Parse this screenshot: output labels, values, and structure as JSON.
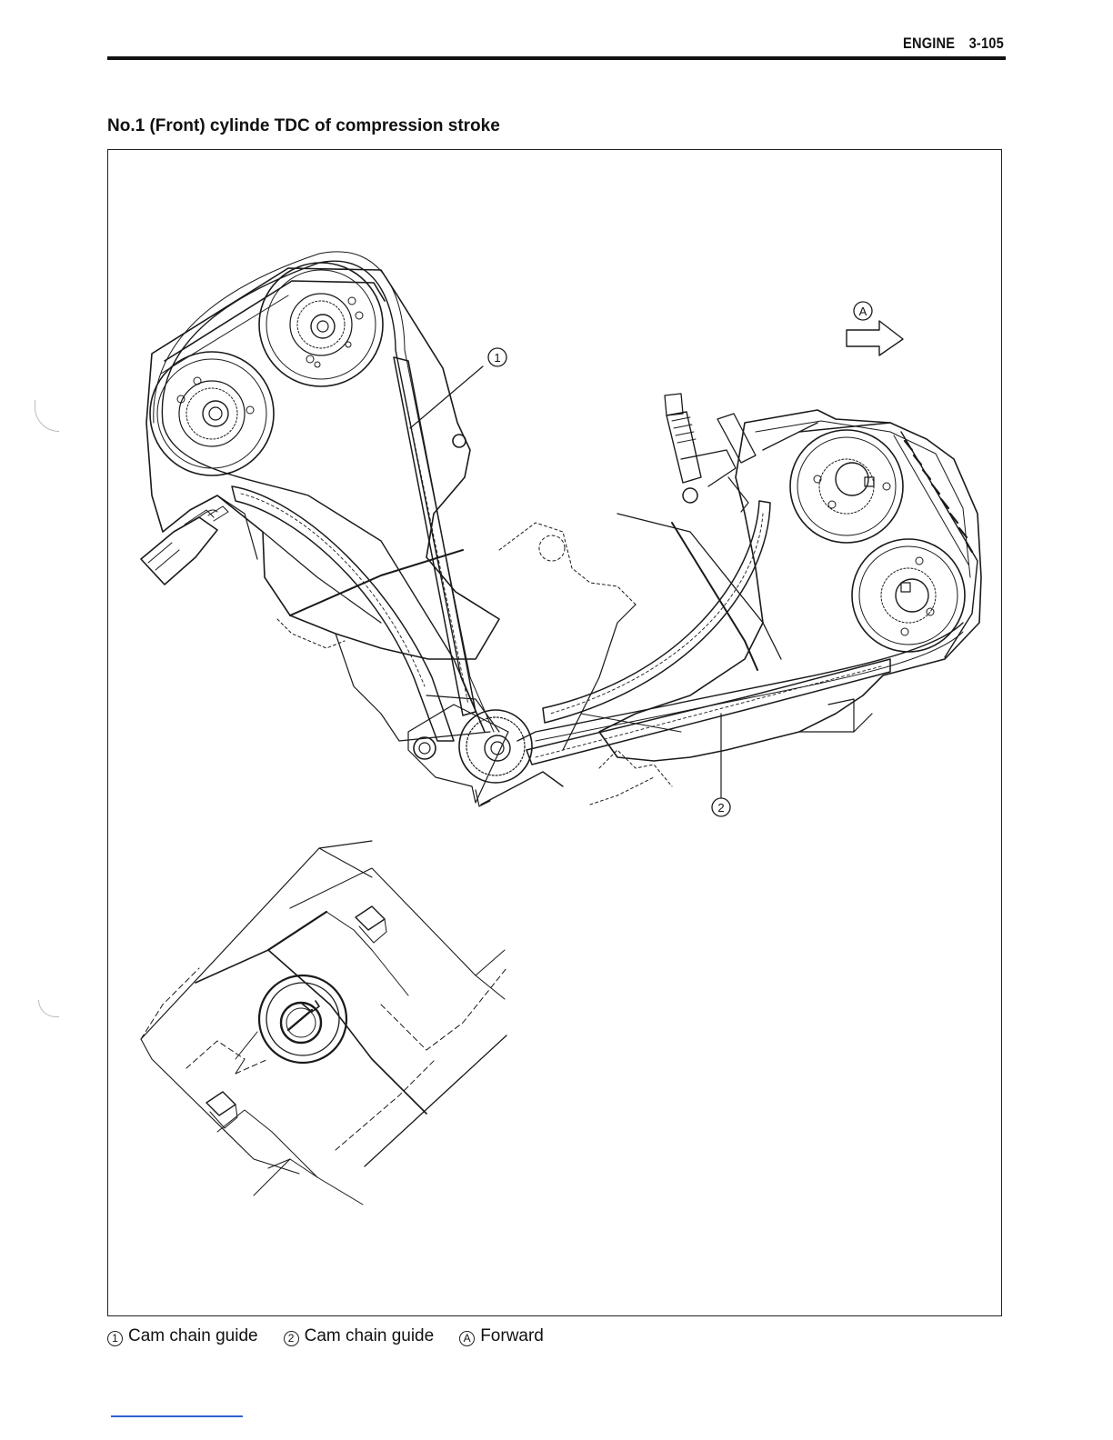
{
  "header": {
    "section": "ENGINE",
    "page_number": "3-105"
  },
  "title": "No.1 (Front) cylinde TDC of compression stroke",
  "figure": {
    "callout_1": "1",
    "callout_2": "2",
    "callout_a": "A"
  },
  "legend": [
    {
      "mark": "1",
      "label": "Cam chain guide"
    },
    {
      "mark": "2",
      "label": "Cam chain guide"
    },
    {
      "mark": "A",
      "label": "Forward"
    }
  ],
  "colors": {
    "ink": "#111111",
    "link_line": "#3060d0"
  }
}
